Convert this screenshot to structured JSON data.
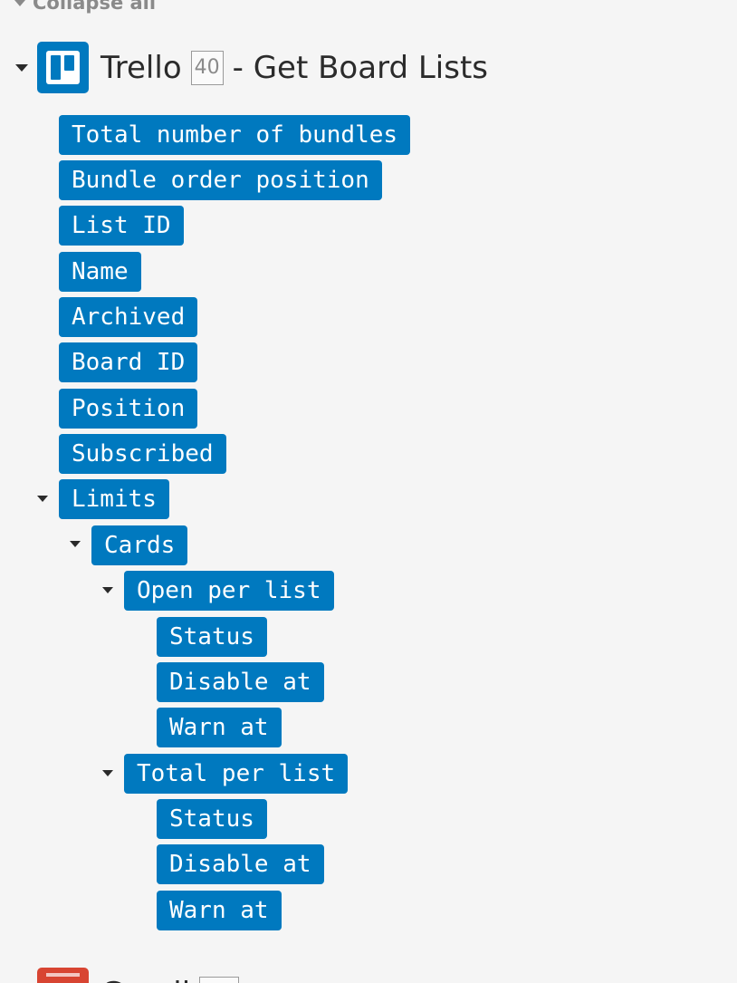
{
  "toolbar": {
    "collapse_all_label": "Collapse all"
  },
  "modules": [
    {
      "app": "Trello",
      "module_id": "40",
      "action": "- Get Board Lists",
      "brand_color": "#0079bf"
    },
    {
      "app": "Gmail",
      "module_id": "",
      "action": "",
      "brand_color": "#d84532"
    }
  ],
  "output_fields": [
    {
      "label": "Total number of bundles"
    },
    {
      "label": "Bundle order position"
    },
    {
      "label": "List ID"
    },
    {
      "label": "Name"
    },
    {
      "label": "Archived"
    },
    {
      "label": "Board ID"
    },
    {
      "label": "Position"
    },
    {
      "label": "Subscribed"
    },
    {
      "label": "Limits",
      "expanded": true
    },
    {
      "label": "Cards",
      "expanded": true
    },
    {
      "label": "Open per list",
      "expanded": true
    },
    {
      "label": "Status"
    },
    {
      "label": "Disable at"
    },
    {
      "label": "Warn at"
    },
    {
      "label": "Total per list",
      "expanded": true
    },
    {
      "label": "Status"
    },
    {
      "label": "Disable at"
    },
    {
      "label": "Warn at"
    }
  ],
  "colors": {
    "tag_bg": "#0079bf",
    "tag_text": "#ffffff",
    "page_bg": "#f5f5f5"
  },
  "icons": [
    "chevron-down-icon",
    "trello-icon",
    "gmail-icon"
  ]
}
